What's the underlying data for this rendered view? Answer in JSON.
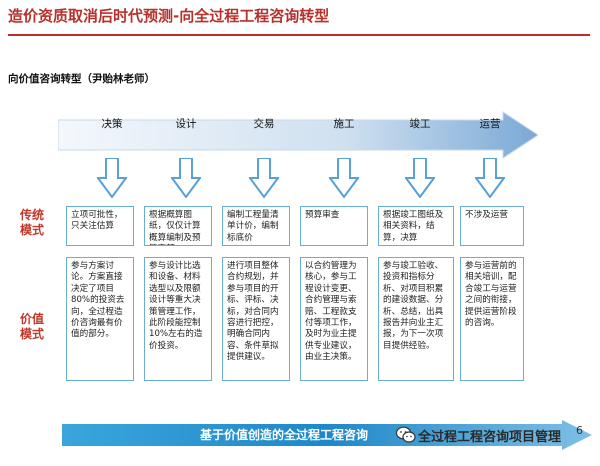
{
  "header": {
    "title": "造价资质取消后时代预测-向全过程工程咨询转型",
    "subtitle": "向价值咨询转型（尹贻林老师）",
    "accent_color": "#b7312c"
  },
  "stages": [
    "决策",
    "设计",
    "交易",
    "施工",
    "竣工",
    "运营"
  ],
  "rows": {
    "traditional_label": "传统\n模式",
    "value_label": "价值\n模式"
  },
  "traditional": [
    "立项可批性，只关注估算",
    "根据概算图纸，仅仅计算概算编制及预算定额",
    "编制工程量清单计价，编制标底价",
    "预算审查",
    "根据竣工图纸及相关资料，结算，决算",
    "不涉及运营"
  ],
  "value": [
    "参与方案讨论。方案直接决定了项目80%的投资去向，全过程造价咨询最有价值的部分。",
    "参与设计比选和设备、材料选型以及限额设计等重大决策管理工作，此阶段能控制10%左右的造价投资。",
    "进行项目整体合约规划，并参与项目的开标、评标、决标，对合同内容进行把控，明确合同内容、条件草拟提供建议。",
    "以合约管理为核心，参与工程设计变更、合约管理与索赔、工程款支付等项工作，及时为业主提供专业建议，由业主决策。",
    "参与竣工验收、投资和指标分析、对项目积累的建设数据、分析、总结，出具报告并向业主汇报，为下一次项目提供经验。",
    "参与运营前的相关培训，配合竣工与运营之间的衔接，提供运营阶段的咨询。"
  ],
  "footer": {
    "banner_text": "基于价值创造的全过程工程咨询",
    "wechat_account": "全过程工程咨询项目管理",
    "page_number": "6",
    "wechat_icon": "wechat-icon"
  },
  "colors": {
    "arrow_light": "#eaf3fb",
    "arrow_dark": "#7aa9d6",
    "box_border": "#6aaed6",
    "row_label": "#c0392b",
    "banner": "#1e88c8"
  }
}
